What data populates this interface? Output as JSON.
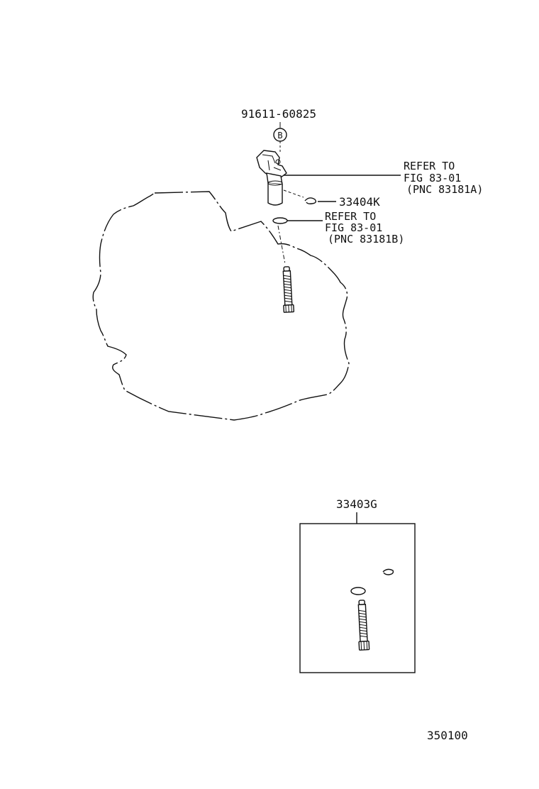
{
  "callouts": {
    "bolt_part": "91611-60825",
    "bolt_mark": "B",
    "sensor_ref": {
      "line1": "REFER TO",
      "line2": "FIG 83-01",
      "line3": "(PNC 83181A)"
    },
    "clip_part": "33404K",
    "oring_ref": {
      "line1": "REFER TO",
      "line2": "FIG 83-01",
      "line3": "(PNC 83181B)"
    },
    "kit_part": "33403G"
  },
  "figure_number": "350100",
  "colors": {
    "ink": "#111111",
    "paper": "#ffffff"
  }
}
